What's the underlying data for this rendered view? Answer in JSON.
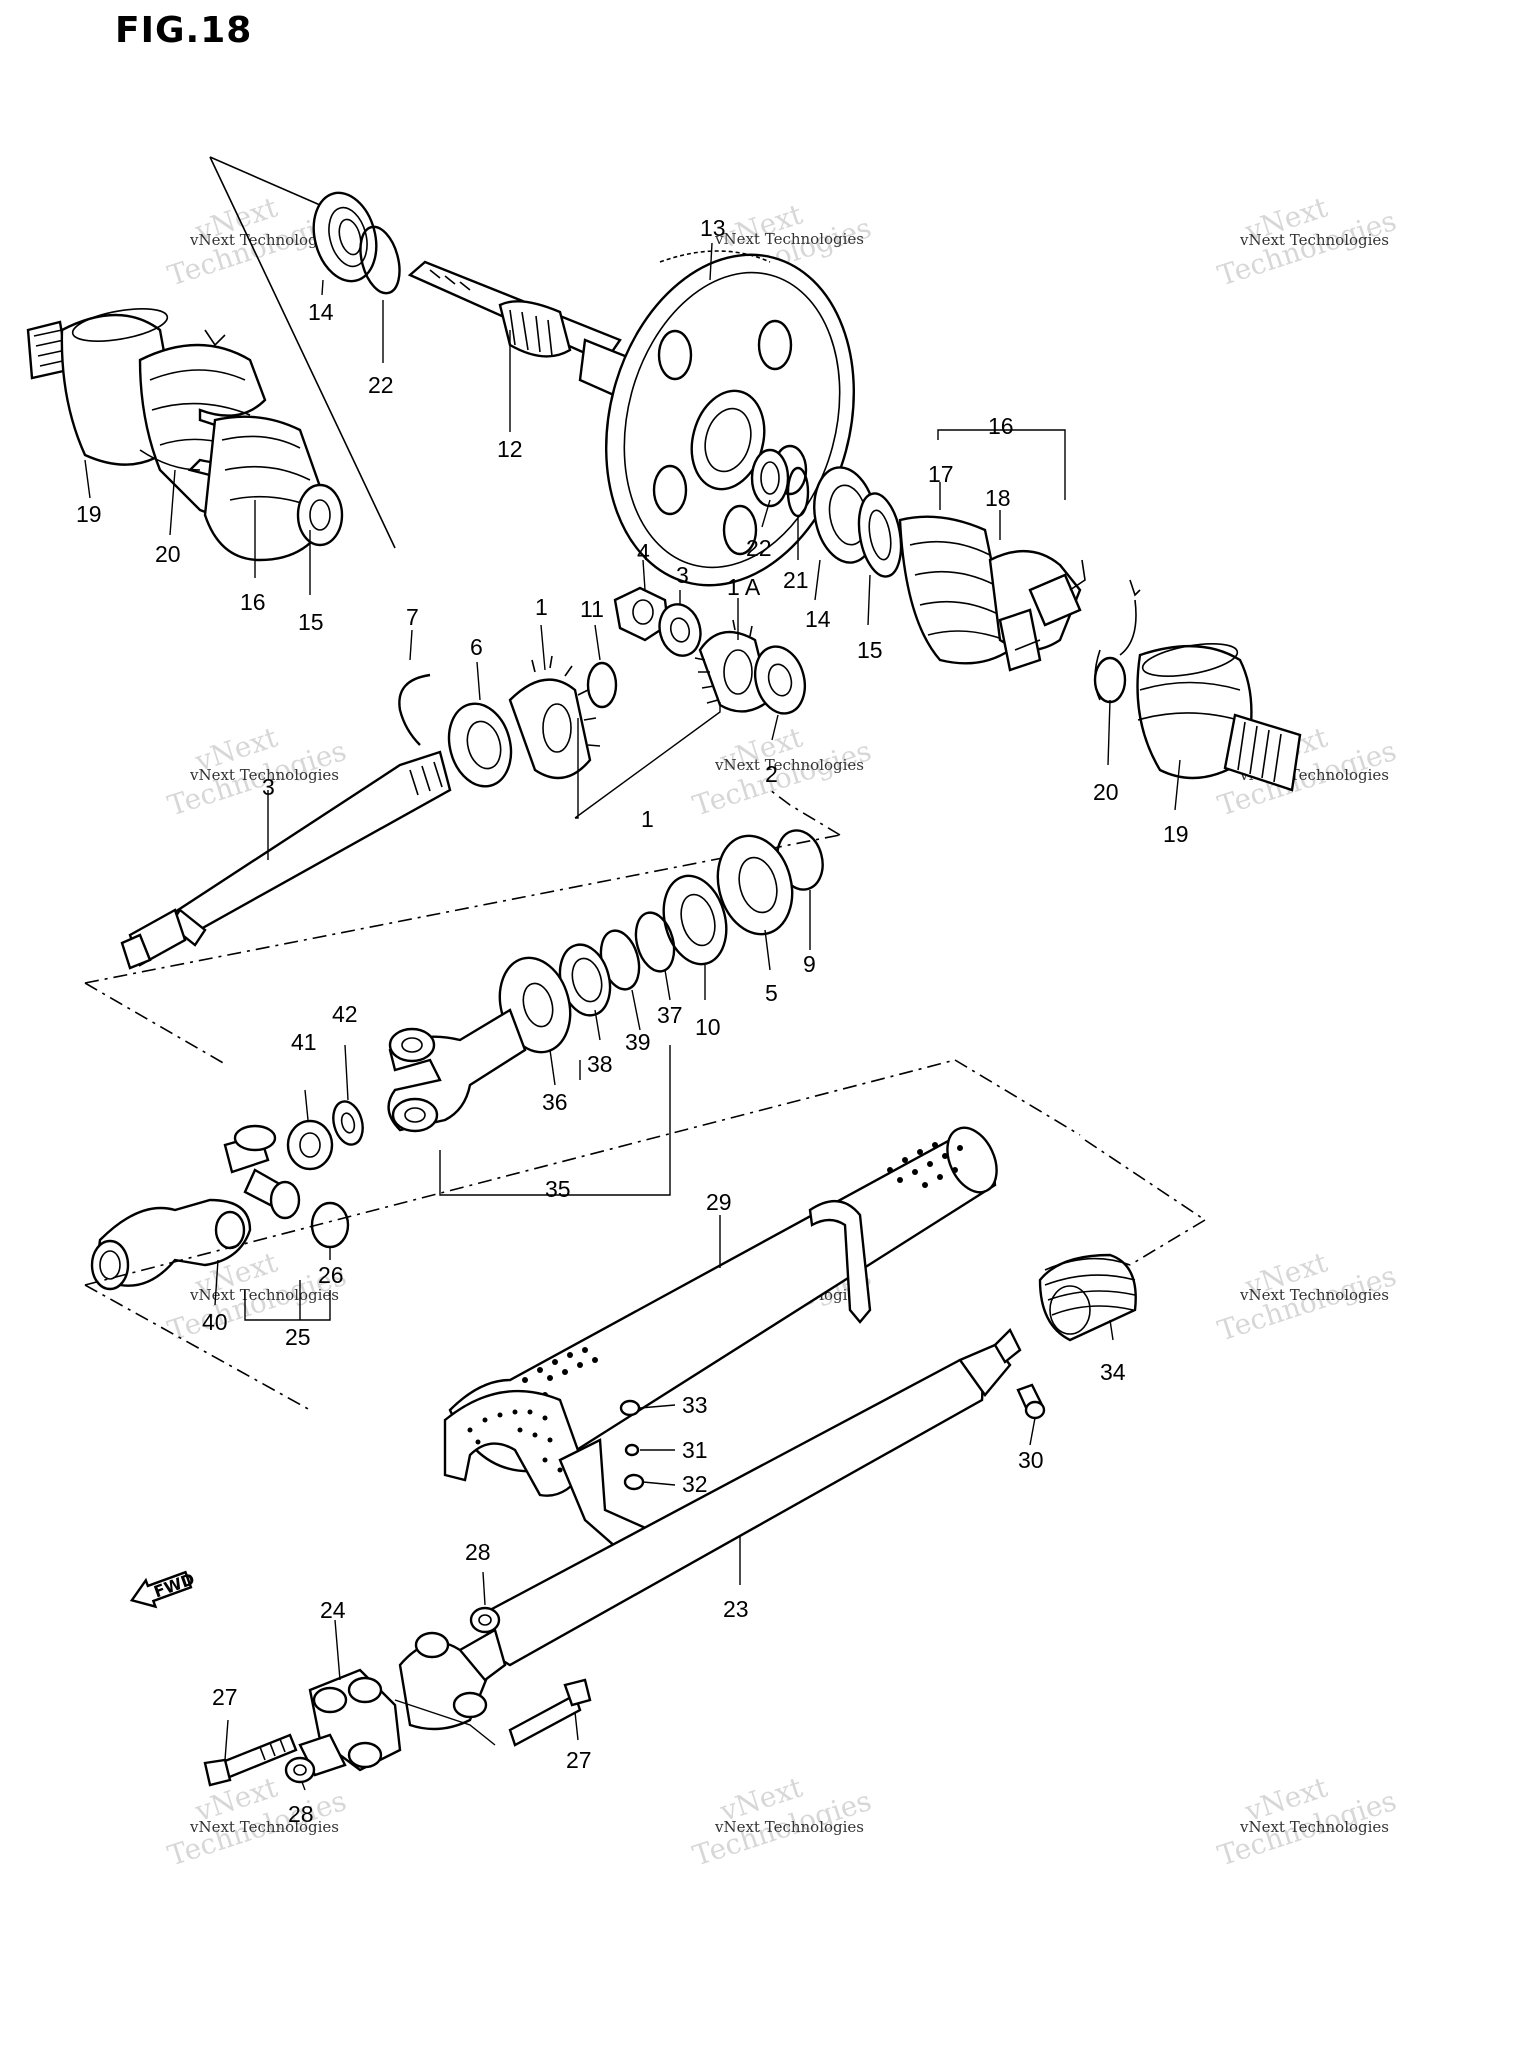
{
  "figure": {
    "title": "FIG.18"
  },
  "watermark": {
    "line1": "vNext",
    "line2": "Technologies",
    "small": "vNext Technologies"
  },
  "direction_marker": {
    "label": "FWD"
  },
  "callouts": [
    {
      "id": "c13a",
      "text": "13"
    },
    {
      "id": "c14a",
      "text": "14"
    },
    {
      "id": "c22a",
      "text": "22"
    },
    {
      "id": "c12",
      "text": "12"
    },
    {
      "id": "c19a",
      "text": "19"
    },
    {
      "id": "c20a",
      "text": "20"
    },
    {
      "id": "c16a",
      "text": "16"
    },
    {
      "id": "c15a",
      "text": "15"
    },
    {
      "id": "c16b",
      "text": "16"
    },
    {
      "id": "c17",
      "text": "17"
    },
    {
      "id": "c18",
      "text": "18"
    },
    {
      "id": "c22b",
      "text": "22"
    },
    {
      "id": "c21",
      "text": "21"
    },
    {
      "id": "c14b",
      "text": "14"
    },
    {
      "id": "c15b",
      "text": "15"
    },
    {
      "id": "c4",
      "text": "4"
    },
    {
      "id": "c3a",
      "text": "3"
    },
    {
      "id": "c1A",
      "text": "1 A"
    },
    {
      "id": "c7",
      "text": "7"
    },
    {
      "id": "c6",
      "text": "6"
    },
    {
      "id": "c1a",
      "text": "1"
    },
    {
      "id": "c11",
      "text": "11"
    },
    {
      "id": "c2",
      "text": "2"
    },
    {
      "id": "c3b",
      "text": "3"
    },
    {
      "id": "c1b",
      "text": "1"
    },
    {
      "id": "c20b",
      "text": "20"
    },
    {
      "id": "c19b",
      "text": "19"
    },
    {
      "id": "c9",
      "text": "9"
    },
    {
      "id": "c5",
      "text": "5"
    },
    {
      "id": "c10",
      "text": "10"
    },
    {
      "id": "c37",
      "text": "37"
    },
    {
      "id": "c39",
      "text": "39"
    },
    {
      "id": "c38",
      "text": "38"
    },
    {
      "id": "c36",
      "text": "36"
    },
    {
      "id": "c35",
      "text": "35"
    },
    {
      "id": "c42",
      "text": "42"
    },
    {
      "id": "c41",
      "text": "41"
    },
    {
      "id": "c26",
      "text": "26"
    },
    {
      "id": "c40",
      "text": "40"
    },
    {
      "id": "c25",
      "text": "25"
    },
    {
      "id": "c29",
      "text": "29"
    },
    {
      "id": "c34",
      "text": "34"
    },
    {
      "id": "c33",
      "text": "33"
    },
    {
      "id": "c31",
      "text": "31"
    },
    {
      "id": "c32",
      "text": "32"
    },
    {
      "id": "c30",
      "text": "30"
    },
    {
      "id": "c28a",
      "text": "28"
    },
    {
      "id": "c23",
      "text": "23"
    },
    {
      "id": "c24",
      "text": "24"
    },
    {
      "id": "c27a",
      "text": "27"
    },
    {
      "id": "c27b",
      "text": "27"
    },
    {
      "id": "c28b",
      "text": "28"
    }
  ]
}
